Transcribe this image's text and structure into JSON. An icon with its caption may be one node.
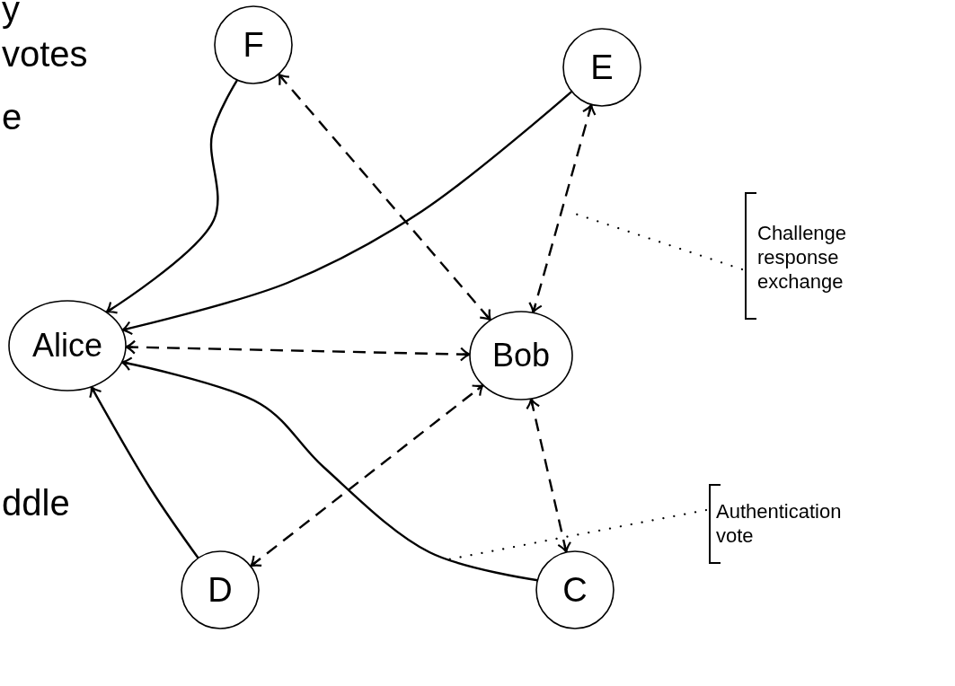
{
  "diagram": {
    "nodes": [
      {
        "text": [
          "F"
        ]
      },
      {
        "text": [
          "E"
        ]
      },
      {
        "text": [
          "Alice"
        ]
      },
      {
        "text": [
          "Bob"
        ]
      },
      {
        "text": [
          "D"
        ]
      },
      {
        "text": [
          "C"
        ]
      },
      {
        "text": [
          "Challenge response exchange"
        ]
      },
      {
        "text": [
          "Authentication vote"
        ]
      }
    ],
    "edges": [
      {
        "from": 0,
        "to": 2,
        "arrow": "to"
      },
      {
        "from": 1,
        "to": 2,
        "arrow": "to"
      },
      {
        "from": 4,
        "to": 2,
        "arrow": "to"
      },
      {
        "from": 5,
        "to": 2,
        "arrow": "to"
      },
      {
        "from": 2,
        "to": 3,
        "arrow": "both",
        "style": "dashed"
      },
      {
        "from": 0,
        "to": 3,
        "arrow": "both",
        "style": "dashed"
      },
      {
        "from": 1,
        "to": 3,
        "arrow": "both",
        "style": "dashed"
      },
      {
        "from": 4,
        "to": 3,
        "arrow": "both",
        "style": "dashed"
      },
      {
        "from": 3,
        "to": 5,
        "arrow": "both",
        "style": "dashed"
      },
      {
        "from": 6,
        "to": null,
        "arrow": "none",
        "style": "dashed"
      },
      {
        "from": 7,
        "to": null,
        "arrow": "none",
        "style": "dashed"
      }
    ],
    "labels": [
      "y",
      "votes",
      "e",
      "ddle"
    ]
  }
}
